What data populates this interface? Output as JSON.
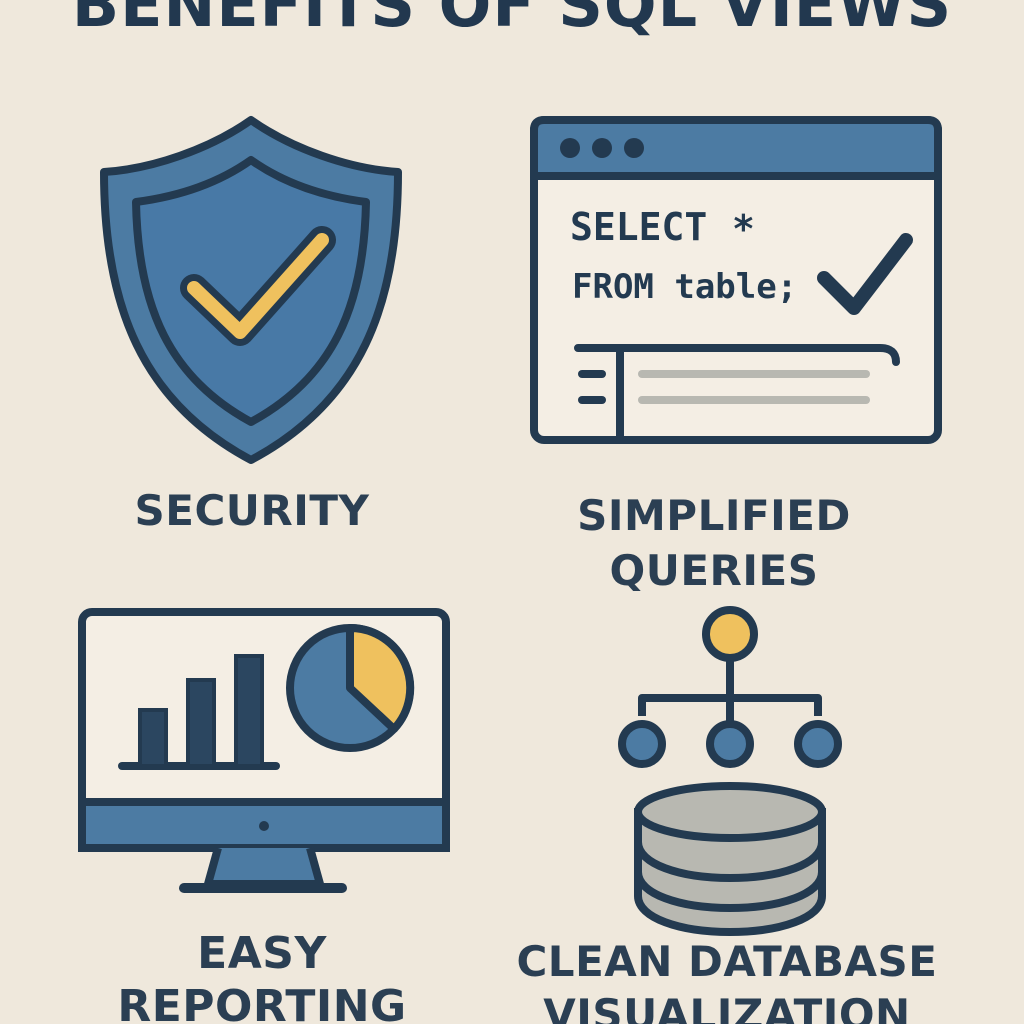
{
  "title": "BENEFITS OF SQL VIEWS",
  "items": [
    {
      "label": "SECURITY",
      "icon": "shield-check-icon"
    },
    {
      "label_lines": [
        "SIMPLIFIED",
        "QUERIES"
      ],
      "icon": "sql-window-icon",
      "code": {
        "line1": "SELECT",
        "star": "*",
        "line2": "FROM table;"
      }
    },
    {
      "label_lines": [
        "EASY",
        "REPORTING"
      ],
      "icon": "monitor-chart-icon"
    },
    {
      "label_lines": [
        "CLEAN DATABASE",
        "VISUALIZATION"
      ],
      "icon": "database-tree-icon"
    }
  ],
  "colors": {
    "background": "#efe8dc",
    "primary": "#4c7ba3",
    "dark": "#233a50",
    "accent": "#efc15e",
    "gray": "#b8b8b1"
  }
}
